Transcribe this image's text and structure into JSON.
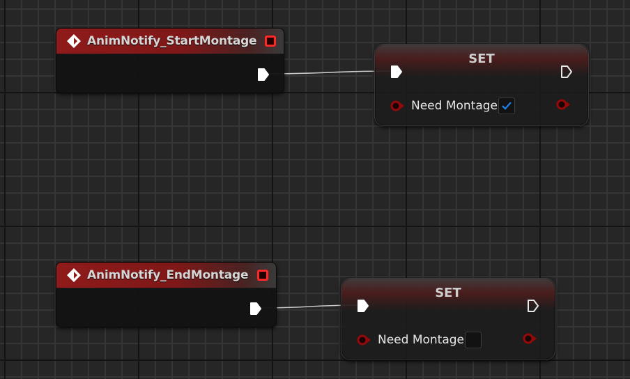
{
  "graph": {
    "event_nodes": [
      {
        "title": "AnimNotify_StartMontage",
        "icon": "event-diamond-icon",
        "delegate_pin": "delegate-pin",
        "output_exec": "exec-out"
      },
      {
        "title": "AnimNotify_EndMontage",
        "icon": "event-diamond-icon",
        "delegate_pin": "delegate-pin",
        "output_exec": "exec-out"
      }
    ],
    "set_nodes": [
      {
        "title": "SET",
        "variable": "Need Montage",
        "value": true,
        "value_label": "checked"
      },
      {
        "title": "SET",
        "variable": "Need Montage",
        "value": false,
        "value_label": "unchecked"
      }
    ],
    "colors": {
      "event_header": "#8f1a1a",
      "bool_pin": "#940a0a",
      "delegate_pin": "#ff2626",
      "check_mark": "#1e7de0",
      "wire": "#cfcfcf",
      "background": "#262626"
    }
  }
}
